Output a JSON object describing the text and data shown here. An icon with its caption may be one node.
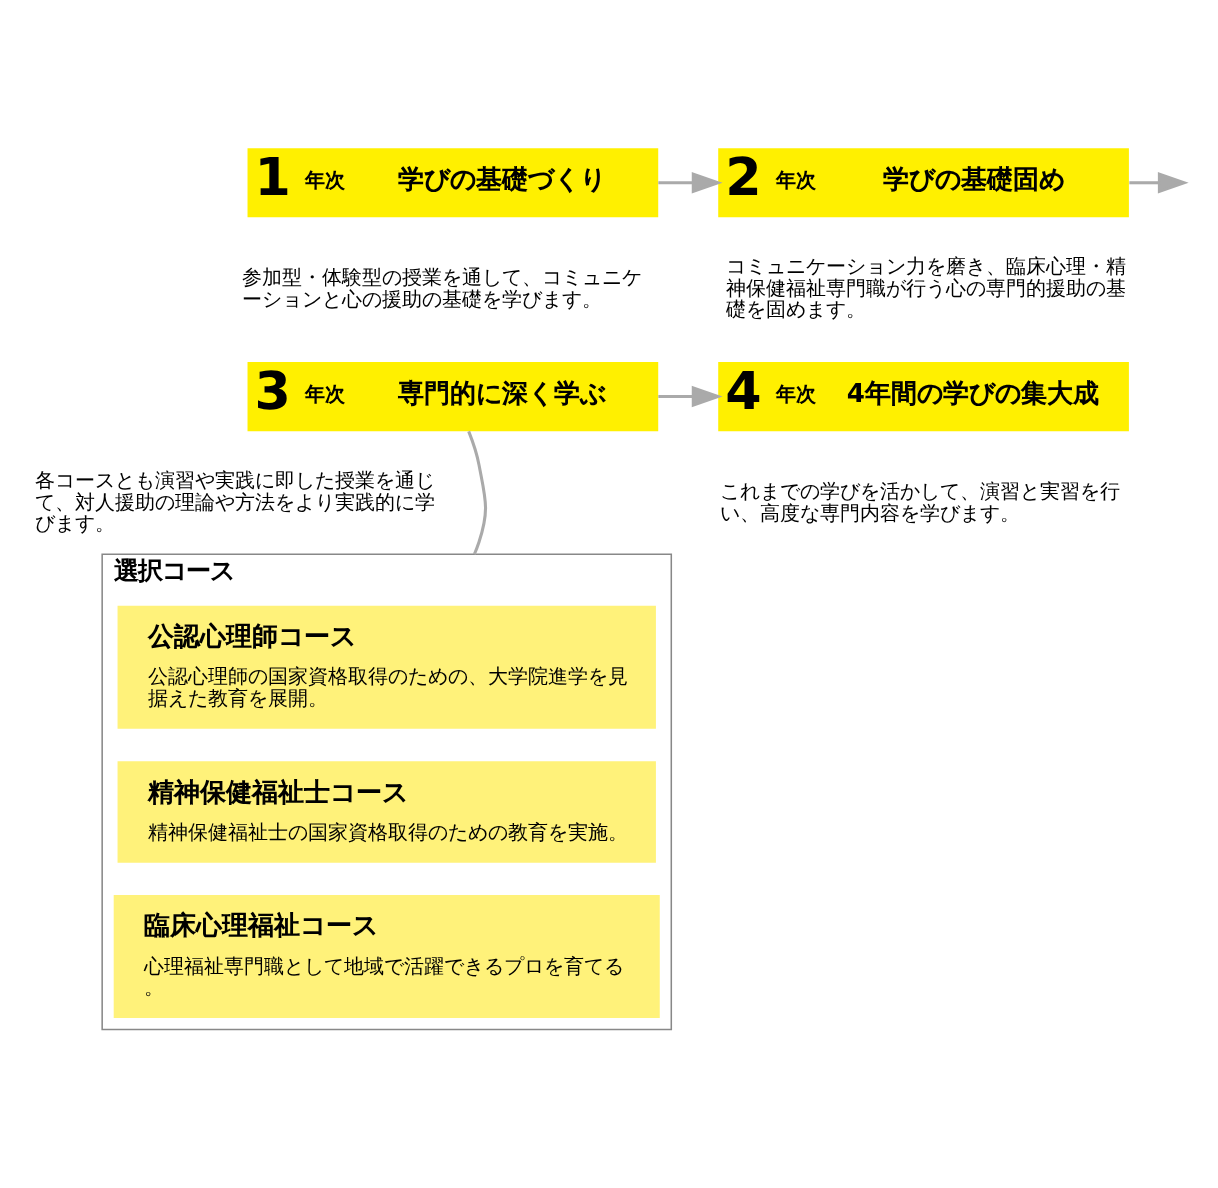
{
  "diagram": {
    "nodes": [
      {
        "text": [
          "1",
          "年次",
          "学びの基礎づくり"
        ],
        "beside": [
          "参加型・体験型の授業を通して、コミュニケーションと心の援助の基礎を学びます。"
        ]
      },
      {
        "text": [
          "2",
          "年次",
          "学びの基礎固め"
        ],
        "beside": [
          "コミュニケーション力を磨き、臨床心理・精神保健福祉専門職が行う心の専門的援助の基礎を固めます。"
        ]
      },
      {
        "text": [
          "3",
          "年次",
          "専門的に深く学ぶ"
        ],
        "beside": [
          "各コースとも演習や実践に即した授業を通じて、対人援助の理論や方法をより実践的に学びます。"
        ]
      },
      {
        "text": [
          "4",
          "年次",
          "4年間の学びの集大成"
        ],
        "beside": [
          "これまでの学びを活かして、演習と実習を行い、高度な専門内容を学びます。"
        ]
      },
      {
        "text": [
          "選択コース"
        ]
      },
      {
        "text": [
          "公認心理師コース",
          "公認心理師の国家資格取得のための、大学院進学を見据えた教育を展開。"
        ],
        "in": 4
      },
      {
        "text": [
          "精神保健福祉士コース",
          "精神保健福祉士の国家資格取得のための教育を実施。"
        ],
        "in": 4
      },
      {
        "text": [
          "臨床心理福祉コース",
          "心理福祉専門職として地域で活躍できるプロを育てる。"
        ],
        "in": 4
      }
    ],
    "edges": [
      {
        "from": 0,
        "to": 1,
        "arrow": "to"
      },
      {
        "from": 1,
        "to": null,
        "arrow": "to"
      },
      {
        "from": 2,
        "to": 3,
        "arrow": "to"
      },
      {
        "from": 2,
        "to": 4,
        "arrow": "none"
      }
    ]
  }
}
